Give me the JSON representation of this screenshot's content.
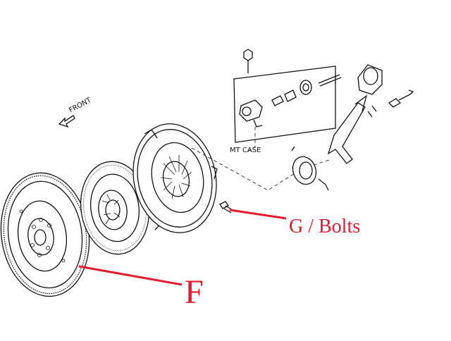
{
  "diagram": {
    "labels": {
      "front": "FRONT",
      "case": "MT CASE",
      "callout_g": "G / Bolts",
      "callout_f": "F"
    },
    "colors": {
      "callout": "#e8192c",
      "line": "#111111",
      "background": "#ffffff"
    }
  }
}
